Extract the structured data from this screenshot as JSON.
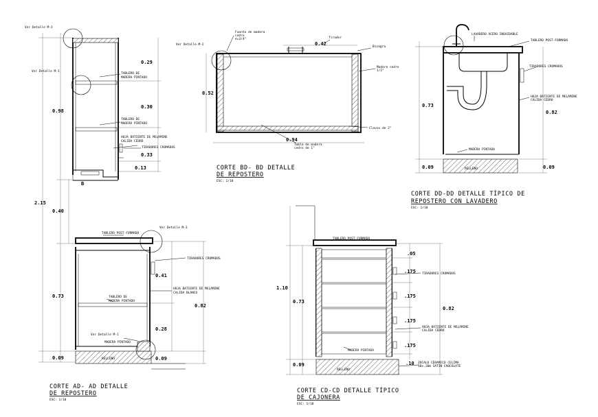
{
  "sections": {
    "ad": {
      "title": "CORTE AD- AD DETALLE",
      "subtitle": "DE REPOSTERO",
      "scale": "ESC: 1/10",
      "dims_left": [
        "0.98",
        "2.15",
        "0.40",
        "0.73",
        "0.09"
      ],
      "dims_right": [
        "0.29",
        "0.30",
        "0.33",
        "0.13",
        "0.41",
        "0.28",
        "0.09",
        "0.82"
      ],
      "labels": {
        "ver_detalle_m3_top": "Ver Detalle M-3",
        "ver_detalle_m1_top": "Ver Detalle M-1",
        "tablero_1": "TABLERO DE",
        "tablero_1b": "MADERA PINTADO",
        "tablero_2": "TABLERO DE",
        "tablero_2b": "MADERA PINTADO",
        "hoja_1": "HOJA BATIENTE DE MELAMINE",
        "hoja_1b": "CALIDA CEDRO",
        "tiradores_1": "TIRADORES CROMADOS",
        "b_mark": "B",
        "tablero_post": "TABLERO POST-FORMADO",
        "ver_detalle_m3_mid": "Ver Detalle M-3",
        "tiradores_2": "TIRADORES CROMADOS",
        "tablero_3": "TABLERO DE",
        "tablero_3b": "MADERA PINTADO",
        "hoja_2": "HOJA BATIENTE DE MELAMINE",
        "hoja_2b": "CALIDA BLANCO",
        "ver_detalle_m1_bot": "Ver Detalle M-1",
        "madera_pintado": "MADERA PINTADO",
        "relleno": "RELLENO"
      }
    },
    "bd": {
      "title": "CORTE BD- BD DETALLE",
      "subtitle": "DE REPOSTERO",
      "scale": "ESC: 1/10",
      "dims": [
        "0.42",
        "0.52",
        "0.94"
      ],
      "labels": {
        "ver_detalle_m2": "Ver Detalle M-2",
        "fuente": "Fuente de madera",
        "fuente2": "cedro",
        "fuente3": "e=3/4\"",
        "tirador": "Tirador",
        "bisagra": "Bisagra",
        "madera_cedro": "Madera cedro",
        "madera_cedro2": "1/2\"",
        "clavos": "Clavos de 2\"",
        "tabla": "Tabla de madera",
        "tabla2": "cedro de 1\""
      }
    },
    "dd": {
      "title": "CORTE DD-DD DETALLE TÍPICO DE",
      "subtitle": "REPOSTERO CON LAVADERO",
      "scale": "ESC: 1/10",
      "dims": [
        "0.73",
        "0.82",
        "0.09",
        "0.09"
      ],
      "labels": {
        "lavadero": "LAVADERO ACERO INOXIDABLE",
        "tablero_post": "TABLERO POST-FORMADO",
        "tiradores": "TIRADORES CROMADOS",
        "hoja": "HOJA BATIENTE DE MELAMINE",
        "hoja2": "CALIDA CEDRO",
        "madera_pintada": "MADERA PINTADA",
        "relleno": "RELLENO"
      }
    },
    "cd": {
      "title": "CORTE CD-CD DETALLE TÍPICO",
      "subtitle": "DE CAJONERA",
      "scale": "ESC: 1/10",
      "dims_left": [
        "1.10",
        "0.73",
        "0.09"
      ],
      "dims_right": [
        ".05",
        ".175",
        ".175",
        ".175",
        ".175",
        ".10",
        "0.82"
      ],
      "labels": {
        "tablero_post": "TABLERO POST-FORMADO",
        "tiradores": "TIRADORES CROMADOS",
        "hoja": "HOJA BATIENTE DE MELAMINE",
        "hoja2": "CALIDA CEDRO",
        "madera_pintada": "MADERA PINTADA",
        "relleno": "RELLENO",
        "zocalo": "ZOCALO CERAMICO CELIMA",
        "zocalo2": "10x.20m SATIN CHOCOLATE"
      }
    }
  }
}
